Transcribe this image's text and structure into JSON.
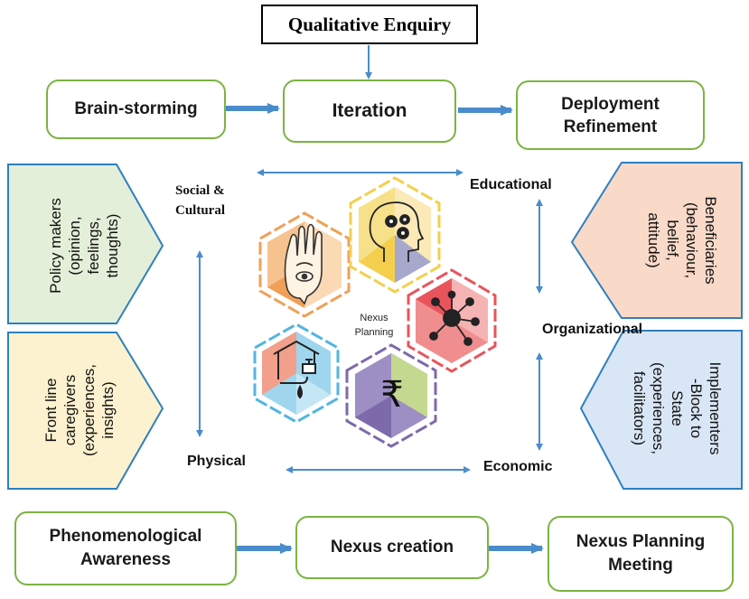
{
  "title": "Qualitative Enquiry",
  "top_row": {
    "brainstorming": "Brain-storming",
    "iteration": "Iteration",
    "deployment_line1": "Deployment",
    "deployment_line2": "Refinement"
  },
  "bottom_row": {
    "phenomenological_line1": "Phenomenological",
    "phenomenological_line2": "Awareness",
    "nexus_creation": "Nexus creation",
    "nexus_meeting_line1": "Nexus Planning",
    "nexus_meeting_line2": "Meeting"
  },
  "dimensions": {
    "social_line1": "Social &",
    "social_line2": "Cultural",
    "educational": "Educational",
    "organizational": "Organizational",
    "physical": "Physical",
    "economic": "Economic"
  },
  "center": {
    "line1": "Nexus",
    "line2": "Planning"
  },
  "left_panels": {
    "policy": [
      "Policy makers",
      "(opinion,",
      "feelings,",
      "thoughts)"
    ],
    "frontline": [
      "Front line",
      "caregivers",
      "(experiences,",
      "insights)"
    ]
  },
  "right_panels": {
    "beneficiaries": [
      "Beneficiaries",
      "(behaviour,",
      "belief,",
      "attitude)"
    ],
    "implementers": [
      "Implementers",
      "-Block to",
      "State",
      "(experiences,",
      "facilitators)"
    ]
  },
  "colors": {
    "box_border": "#7cb342",
    "arrow": "#4a8ccb",
    "policy_fill": "#e4efd9",
    "frontline_fill": "#fdf2cf",
    "beneficiaries_fill": "#f9d9c8",
    "implementers_fill": "#d9e6f5",
    "hex_orange": "#f0a057",
    "hex_yellow": "#f3cf4d",
    "hex_red": "#e8545b",
    "hex_blue": "#52b5e2",
    "hex_purple": "#7d6aaa"
  },
  "icons": [
    "hamsa-hand-icon",
    "head-gears-icon",
    "network-node-icon",
    "house-water-tap-icon",
    "rupee-icon"
  ]
}
